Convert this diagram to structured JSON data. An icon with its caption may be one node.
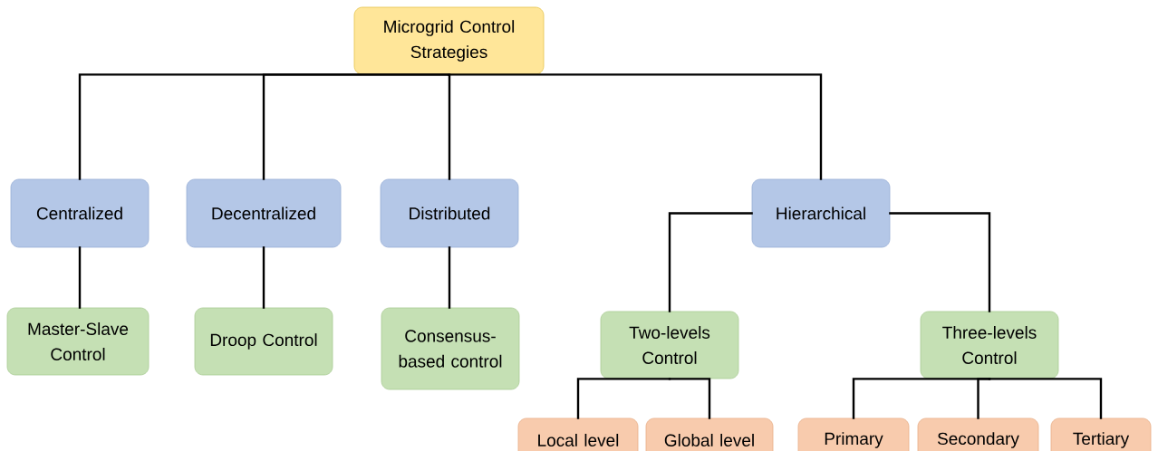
{
  "diagram": {
    "nodes": [
      {
        "text": [
          "Microgrid Control Strategies"
        ]
      },
      {
        "text": [
          "Centralized"
        ]
      },
      {
        "text": [
          "Decentralized"
        ]
      },
      {
        "text": [
          "Distributed"
        ]
      },
      {
        "text": [
          "Hierarchical"
        ]
      },
      {
        "text": [
          "Master-Slave Control"
        ]
      },
      {
        "text": [
          "Droop Control"
        ]
      },
      {
        "text": [
          "Consensus-based control"
        ]
      },
      {
        "text": [
          "Two-levels Control"
        ]
      },
      {
        "text": [
          "Three-levels Control"
        ]
      },
      {
        "text": [
          "Local level"
        ]
      },
      {
        "text": [
          "Global level"
        ]
      },
      {
        "text": [
          "Primary"
        ]
      },
      {
        "text": [
          "Secondary"
        ]
      },
      {
        "text": [
          "Tertiary"
        ]
      }
    ],
    "edges": [
      {
        "from": 0,
        "to": 1,
        "arrow": "none"
      },
      {
        "from": 0,
        "to": 2,
        "arrow": "none"
      },
      {
        "from": 0,
        "to": 3,
        "arrow": "none"
      },
      {
        "from": 0,
        "to": 4,
        "arrow": "none"
      },
      {
        "from": 1,
        "to": 5,
        "arrow": "none"
      },
      {
        "from": 2,
        "to": 6,
        "arrow": "none"
      },
      {
        "from": 3,
        "to": 7,
        "arrow": "none"
      },
      {
        "from": 4,
        "to": 8,
        "arrow": "none"
      },
      {
        "from": 4,
        "to": 9,
        "arrow": "none"
      },
      {
        "from": 8,
        "to": 10,
        "arrow": "none"
      },
      {
        "from": 8,
        "to": 11,
        "arrow": "none"
      },
      {
        "from": 9,
        "to": 12,
        "arrow": "none"
      },
      {
        "from": 9,
        "to": 13,
        "arrow": "none"
      },
      {
        "from": 9,
        "to": 14,
        "arrow": "none"
      }
    ]
  }
}
